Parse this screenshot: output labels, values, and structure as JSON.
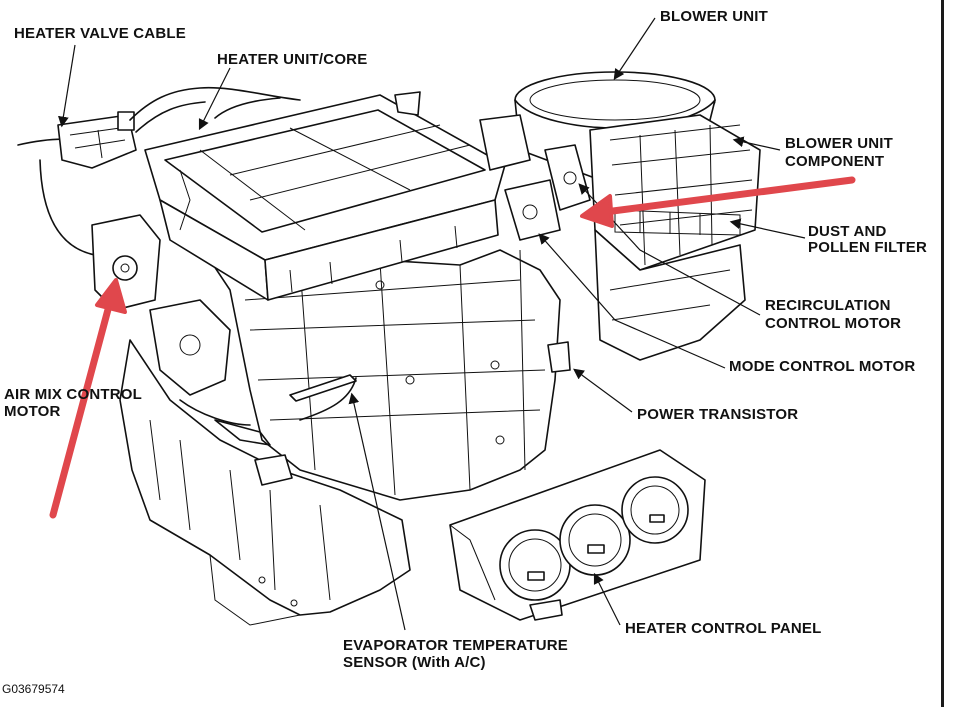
{
  "labels": {
    "heater_valve_cable": "HEATER VALVE CABLE",
    "heater_unit_core": "HEATER UNIT/CORE",
    "blower_unit": "BLOWER UNIT",
    "blower_unit_component_1": "BLOWER UNIT",
    "blower_unit_component_2": "COMPONENT",
    "dust_pollen_1": "DUST AND",
    "dust_pollen_2": "POLLEN FILTER",
    "recirc_1": "RECIRCULATION",
    "recirc_2": "CONTROL MOTOR",
    "mode_control_motor": "MODE CONTROL MOTOR",
    "air_mix_1": "AIR MIX CONTROL",
    "air_mix_2": "MOTOR",
    "power_transistor": "POWER TRANSISTOR",
    "heater_control_panel": "HEATER CONTROL PANEL",
    "evap_1": "EVAPORATOR TEMPERATURE",
    "evap_2": "SENSOR (With A/C)"
  },
  "figure_code": "G03679574",
  "colors": {
    "arrow": "#e0474c",
    "line": "#111111",
    "background": "#ffffff"
  }
}
